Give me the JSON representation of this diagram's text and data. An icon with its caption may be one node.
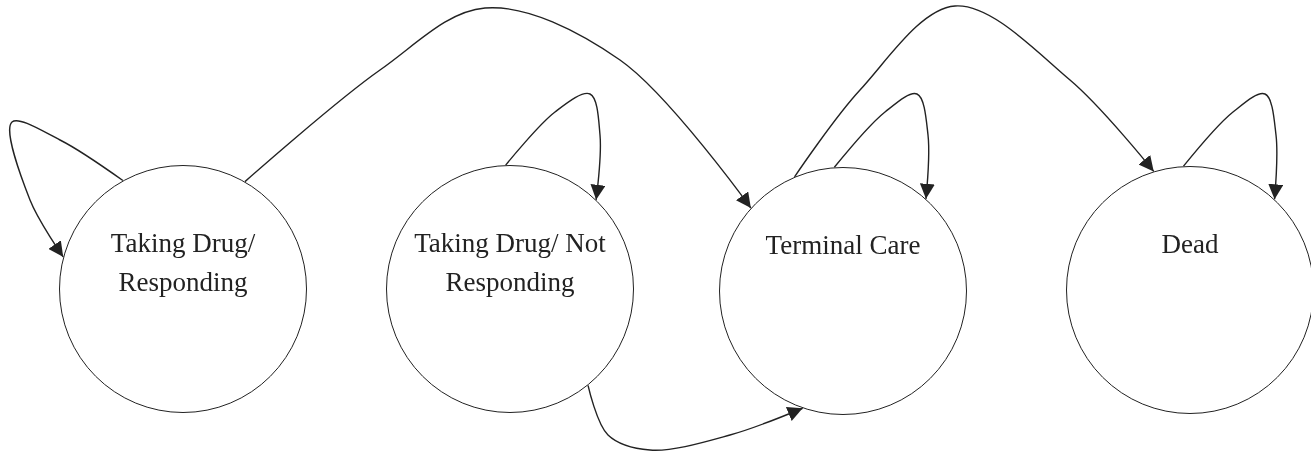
{
  "diagram": {
    "nodes": [
      {
        "text": [
          "Taking Drug/ Responding"
        ]
      },
      {
        "text": [
          "Taking Drug/ Not Responding"
        ]
      },
      {
        "text": [
          "Terminal Care"
        ]
      },
      {
        "text": [
          "Dead"
        ]
      }
    ],
    "edges": [
      {
        "from": 0,
        "to": 0,
        "arrow": "to"
      },
      {
        "from": 0,
        "to": 2,
        "arrow": "to"
      },
      {
        "from": 1,
        "to": 1,
        "arrow": "to"
      },
      {
        "from": 1,
        "to": 2,
        "arrow": "to"
      },
      {
        "from": 2,
        "to": 3,
        "arrow": "to"
      },
      {
        "from": 2,
        "to": 2,
        "arrow": "to"
      },
      {
        "from": 3,
        "to": 3,
        "arrow": "to"
      }
    ]
  }
}
